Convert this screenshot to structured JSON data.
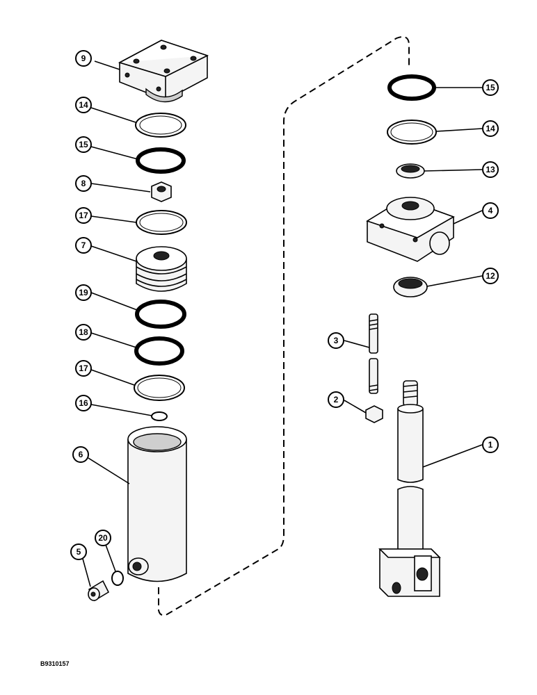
{
  "drawing_id": "B9310157",
  "callouts": [
    {
      "label": "9"
    },
    {
      "label": "14"
    },
    {
      "label": "15"
    },
    {
      "label": "8"
    },
    {
      "label": "17"
    },
    {
      "label": "7"
    },
    {
      "label": "19"
    },
    {
      "label": "18"
    },
    {
      "label": "17"
    },
    {
      "label": "16"
    },
    {
      "label": "6"
    },
    {
      "label": "5"
    },
    {
      "label": "20"
    },
    {
      "label": "15"
    },
    {
      "label": "14"
    },
    {
      "label": "13"
    },
    {
      "label": "4"
    },
    {
      "label": "12"
    },
    {
      "label": "3"
    },
    {
      "label": "2"
    },
    {
      "label": "1"
    }
  ]
}
